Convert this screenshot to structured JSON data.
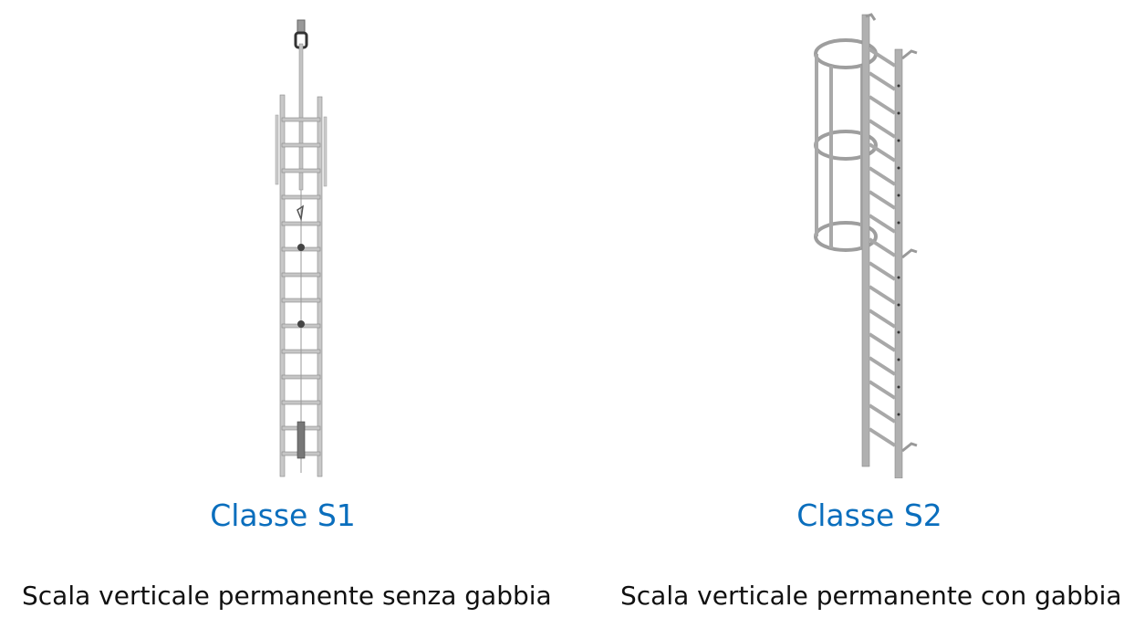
{
  "items": [
    {
      "image_name": "ladder-without-cage",
      "title": "Classe S1",
      "caption": "Scala verticale permanente senza gabbia"
    },
    {
      "image_name": "ladder-with-cage",
      "title": "Classe S2",
      "caption": "Scala verticale permanente con gabbia"
    }
  ],
  "colors": {
    "title": "#0a6ebd",
    "caption": "#111111",
    "metal": "#b8b8b8"
  }
}
